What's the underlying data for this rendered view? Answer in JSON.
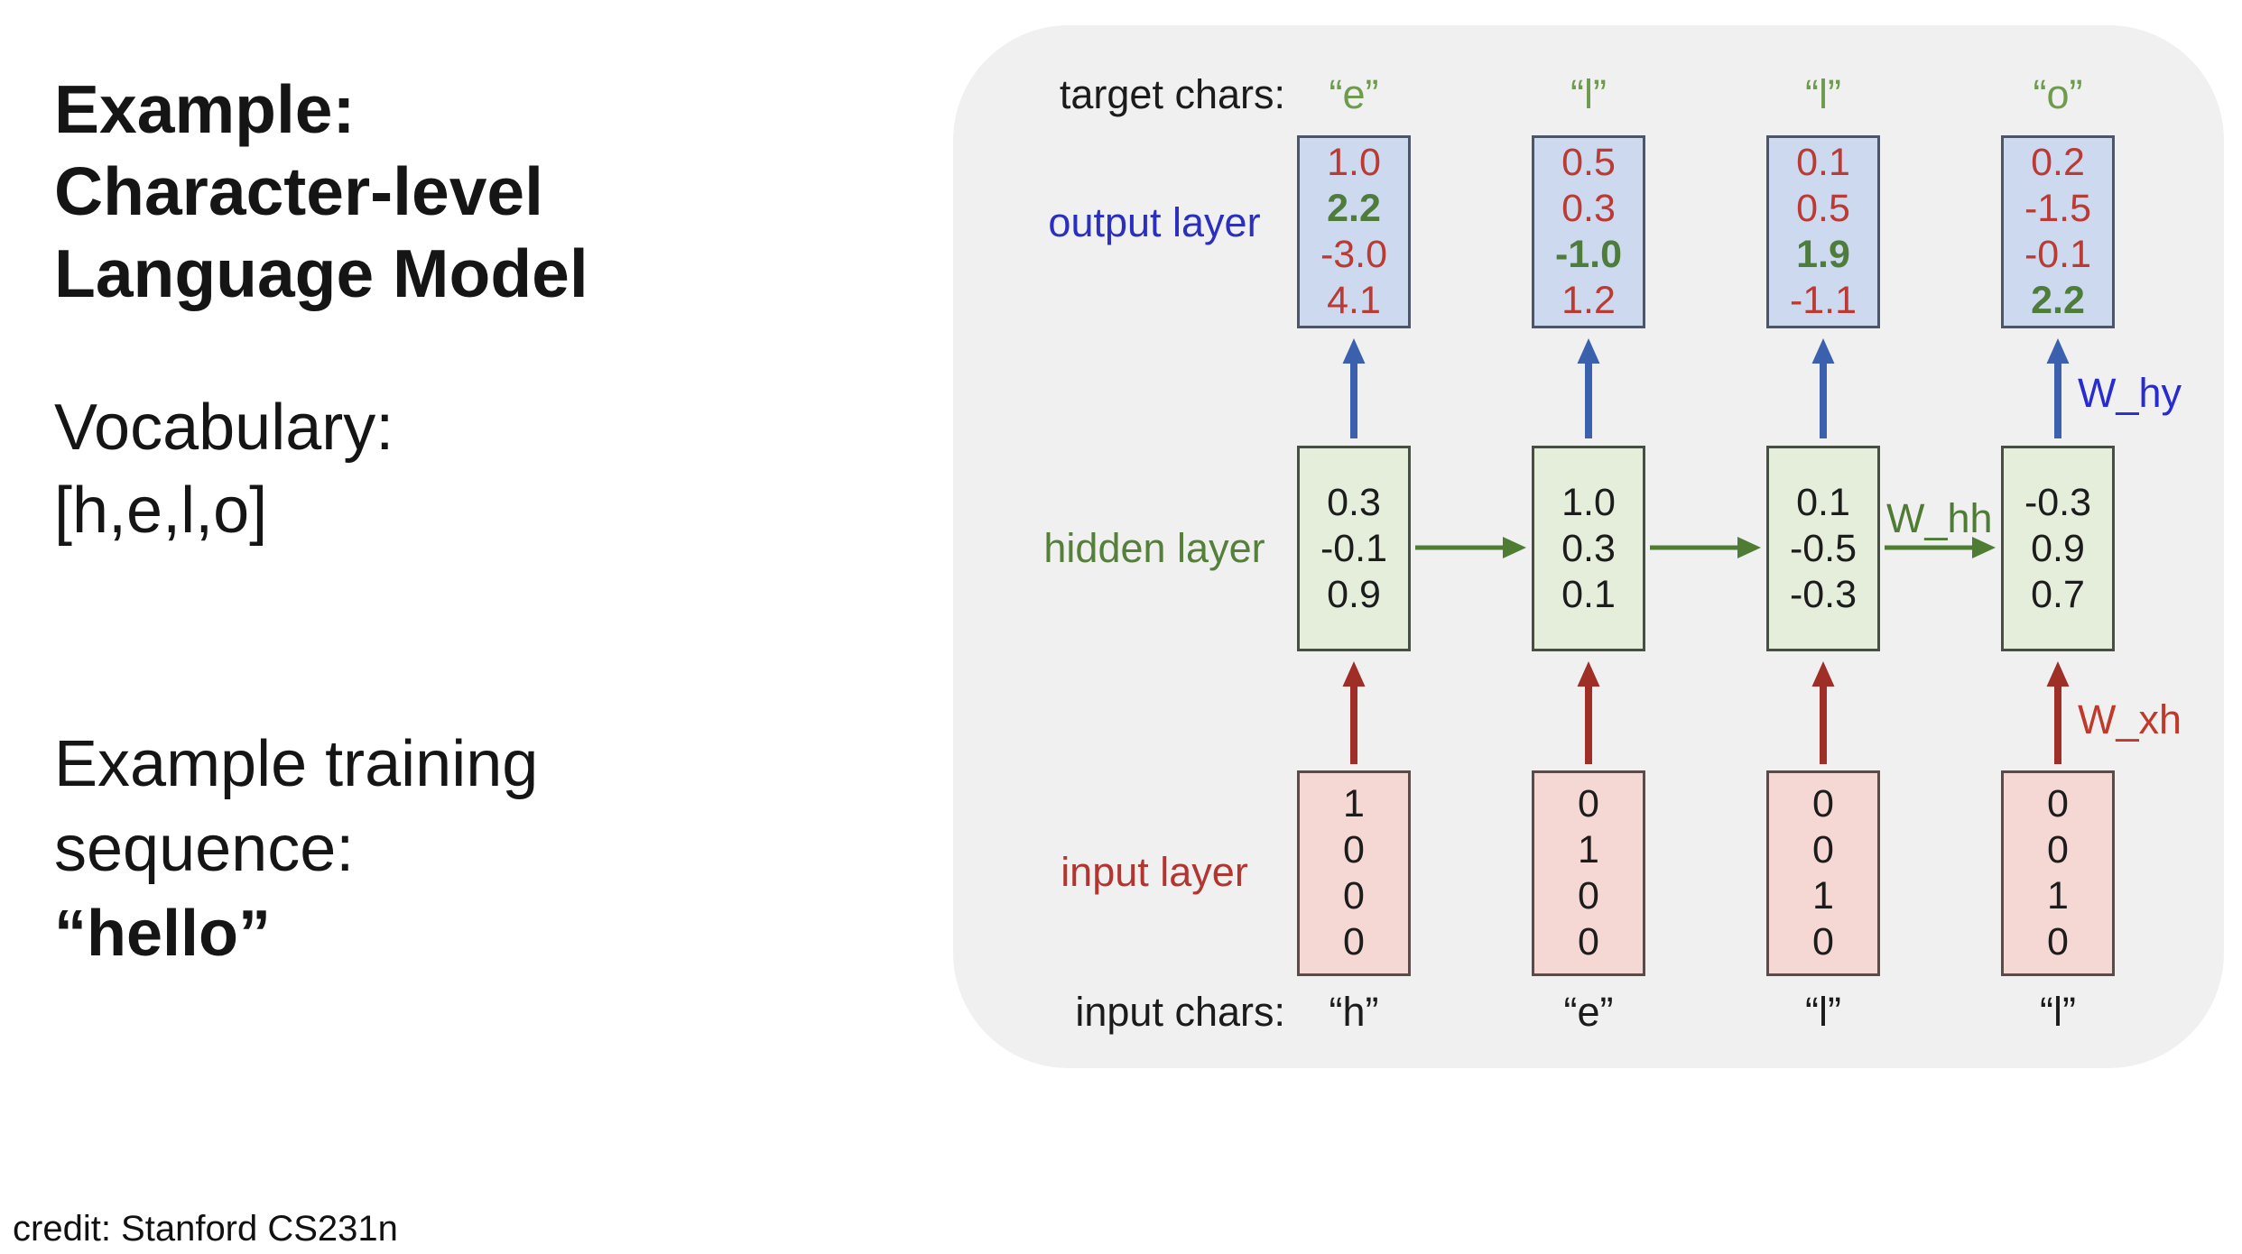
{
  "left_panel": {
    "title_lines": [
      "Example:",
      "Character-level",
      "Language Model"
    ],
    "vocabulary_label": "Vocabulary:",
    "vocabulary_value": "[h,e,l,o]",
    "training_line1": "Example training",
    "training_line2": "sequence:",
    "training_sequence": "“hello”",
    "credit": "credit: Stanford CS231n"
  },
  "diagram": {
    "row_labels": {
      "target_chars": "target chars:",
      "output_layer": "output layer",
      "hidden_layer": "hidden layer",
      "input_layer": "input layer",
      "input_chars": "input chars:"
    },
    "weight_labels": {
      "w_hy": "W_hy",
      "w_hh": "W_hh",
      "w_xh": "W_xh"
    },
    "columns": [
      {
        "target_char": "“e”",
        "output": [
          "1.0",
          "2.2",
          "-3.0",
          "4.1"
        ],
        "output_highlight_index": 1,
        "hidden": [
          "0.3",
          "-0.1",
          "0.9"
        ],
        "input": [
          "1",
          "0",
          "0",
          "0"
        ],
        "input_char": "“h”"
      },
      {
        "target_char": "“l”",
        "output": [
          "0.5",
          "0.3",
          "-1.0",
          "1.2"
        ],
        "output_highlight_index": 2,
        "hidden": [
          "1.0",
          "0.3",
          "0.1"
        ],
        "input": [
          "0",
          "1",
          "0",
          "0"
        ],
        "input_char": "“e”"
      },
      {
        "target_char": "“l”",
        "output": [
          "0.1",
          "0.5",
          "1.9",
          "-1.1"
        ],
        "output_highlight_index": 2,
        "hidden": [
          "0.1",
          "-0.5",
          "-0.3"
        ],
        "input": [
          "0",
          "0",
          "1",
          "0"
        ],
        "input_char": "“l”"
      },
      {
        "target_char": "“o”",
        "output": [
          "0.2",
          "-1.5",
          "-0.1",
          "2.2"
        ],
        "output_highlight_index": 3,
        "hidden": [
          "-0.3",
          "0.9",
          "0.7"
        ],
        "input": [
          "0",
          "0",
          "1",
          "0"
        ],
        "input_char": "“l”"
      }
    ],
    "colors": {
      "panel_background": "#f0f0f1",
      "output_box_fill": "#cdd9ef",
      "hidden_box_fill": "#e4eeda",
      "input_box_fill": "#f5d8d3",
      "value_red": "#bb3a33",
      "value_green_highlight": "#4e7c3a",
      "output_label_blue": "#2b2fc0",
      "hidden_label_green": "#55803a",
      "input_label_red": "#b23530",
      "target_char_green": "#6f9b4e",
      "arrow_blue": "#3a60ae",
      "arrow_green": "#4f7c33",
      "arrow_red": "#9f2e26",
      "weight_blue": "#272bd0",
      "weight_green": "#4d7c33",
      "weight_red": "#c0392b"
    }
  }
}
